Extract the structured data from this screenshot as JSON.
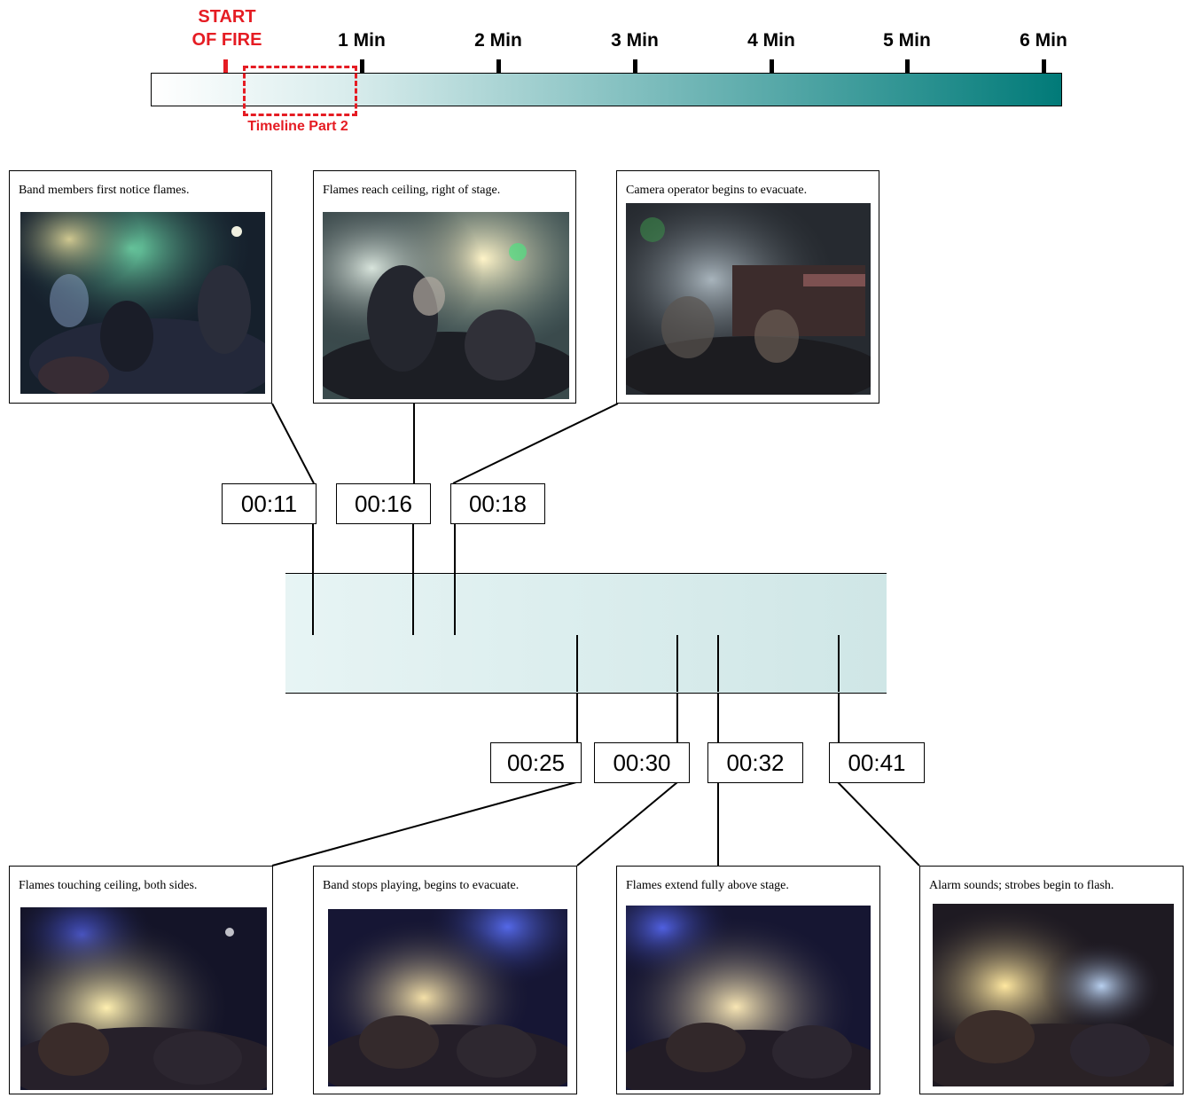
{
  "top_timeline": {
    "start_label_line1": "START",
    "start_label_line2": "OF FIRE",
    "minutes": [
      "1 Min",
      "2 Min",
      "3 Min",
      "4 Min",
      "5 Min",
      "6 Min"
    ],
    "highlight_label": "Timeline Part 2",
    "accent_color": "#e51c23",
    "bar_color_end": "#017a78"
  },
  "events_top": [
    {
      "time": "00:11",
      "caption": "Band members first notice flames."
    },
    {
      "time": "00:16",
      "caption": "Flames reach ceiling, right of stage."
    },
    {
      "time": "00:18",
      "caption": "Camera operator begins to evacuate."
    }
  ],
  "events_bottom": [
    {
      "time": "00:25",
      "caption": "Flames touching ceiling, both sides."
    },
    {
      "time": "00:30",
      "caption": "Band stops playing, begins to evacuate."
    },
    {
      "time": "00:32",
      "caption": "Flames extend fully above stage."
    },
    {
      "time": "00:41",
      "caption": "Alarm sounds; strobes begin to flash."
    }
  ],
  "icons": {
    "photo": "concert-photo-icon"
  }
}
